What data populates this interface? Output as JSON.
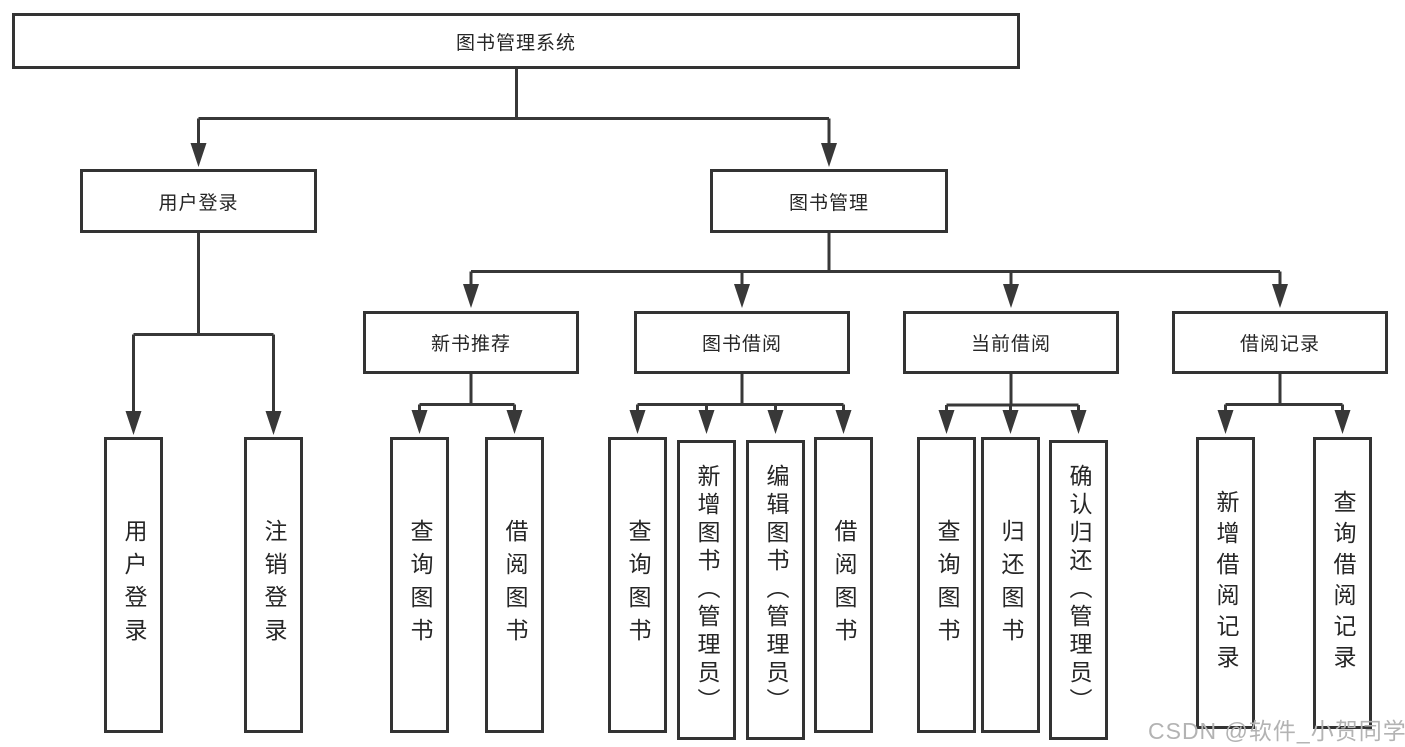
{
  "colors": {
    "line": "#383838",
    "box_border": "#333333",
    "text": "#262626",
    "watermark": "#b3b3b3",
    "background": "#ffffff"
  },
  "watermark": {
    "text": "CSDN @软件_小贺同学"
  },
  "diagram": {
    "root": {
      "label": "图书管理系统"
    },
    "level2": [
      {
        "label": "用户登录"
      },
      {
        "label": "图书管理"
      }
    ],
    "level3": [
      {
        "label": "新书推荐"
      },
      {
        "label": "图书借阅"
      },
      {
        "label": "当前借阅"
      },
      {
        "label": "借阅记录"
      }
    ],
    "leaves": {
      "user_login": [
        "用户登录",
        "注销登录"
      ],
      "new_book_recommend": [
        "查询图书",
        "借阅图书"
      ],
      "book_borrow": [
        "查询图书",
        "新增图书（管理员）",
        "编辑图书（管理员）",
        "借阅图书"
      ],
      "current_borrow": [
        "查询图书",
        "归还图书",
        "确认归还（管理员）"
      ],
      "borrow_record": [
        "新增借阅记录",
        "查询借阅记录"
      ]
    }
  }
}
